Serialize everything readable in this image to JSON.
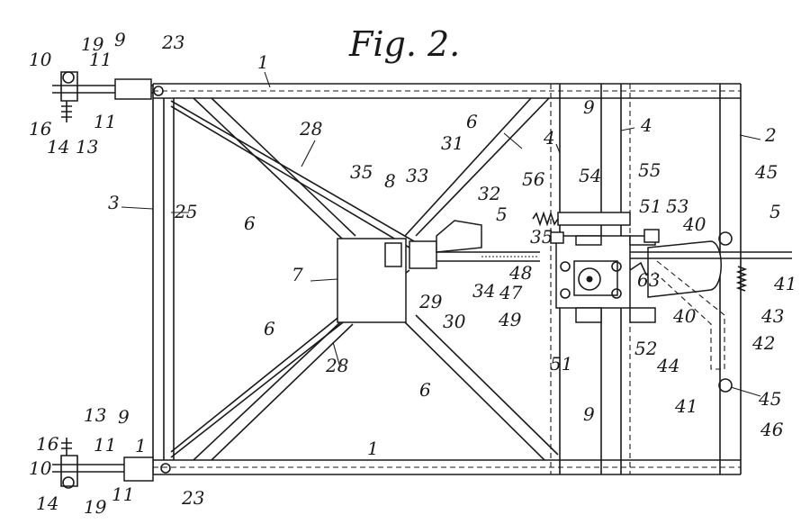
{
  "figure": {
    "title": "Fig. 2.",
    "labels": [
      "1",
      "1",
      "1",
      "2",
      "3",
      "4",
      "4",
      "5",
      "5",
      "6",
      "6",
      "6",
      "6",
      "7",
      "8",
      "9",
      "9",
      "9",
      "9",
      "10",
      "10",
      "11",
      "11",
      "11",
      "11",
      "13",
      "13",
      "14",
      "14",
      "16",
      "16",
      "19",
      "19",
      "23",
      "23",
      "25",
      "28",
      "28",
      "29",
      "30",
      "31",
      "32",
      "33",
      "34",
      "35",
      "35",
      "40",
      "40",
      "41",
      "41",
      "42",
      "43",
      "44",
      "45",
      "45",
      "46",
      "47",
      "48",
      "49",
      "51",
      "51",
      "53",
      "54",
      "55",
      "56",
      "52",
      "63"
    ]
  }
}
